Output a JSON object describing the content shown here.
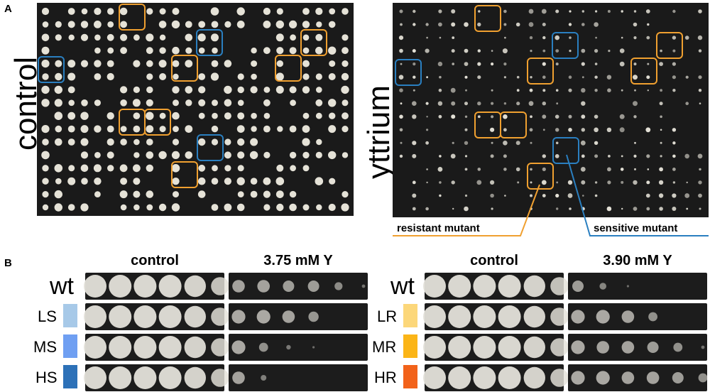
{
  "panel_a": {
    "letter": "A",
    "left_label": "control",
    "right_label": "yttrium",
    "callouts": {
      "resistant": "resistant mutant",
      "sensitive": "sensitive mutant"
    },
    "colors": {
      "resistant_box": "#f0a030",
      "sensitive_box": "#2a7fc0",
      "plate_bg": "#1a1a1a",
      "colony": "#f0ede2"
    }
  },
  "panel_b": {
    "letter": "B",
    "left_group": {
      "headers": [
        "control",
        "3.75 mM Y"
      ],
      "rows": [
        {
          "label": "wt",
          "swatch": ""
        },
        {
          "label": "LS",
          "swatch": "#a7c9e8"
        },
        {
          "label": "MS",
          "swatch": "#6f9ff2"
        },
        {
          "label": "HS",
          "swatch": "#2d71b8"
        }
      ]
    },
    "right_group": {
      "headers": [
        "control",
        "3.90 mM Y"
      ],
      "rows": [
        {
          "label": "wt",
          "swatch": ""
        },
        {
          "label": "LR",
          "swatch": "#fcd77a"
        },
        {
          "label": "MR",
          "swatch": "#fbb517"
        },
        {
          "label": "HR",
          "swatch": "#f2621a"
        }
      ]
    }
  }
}
